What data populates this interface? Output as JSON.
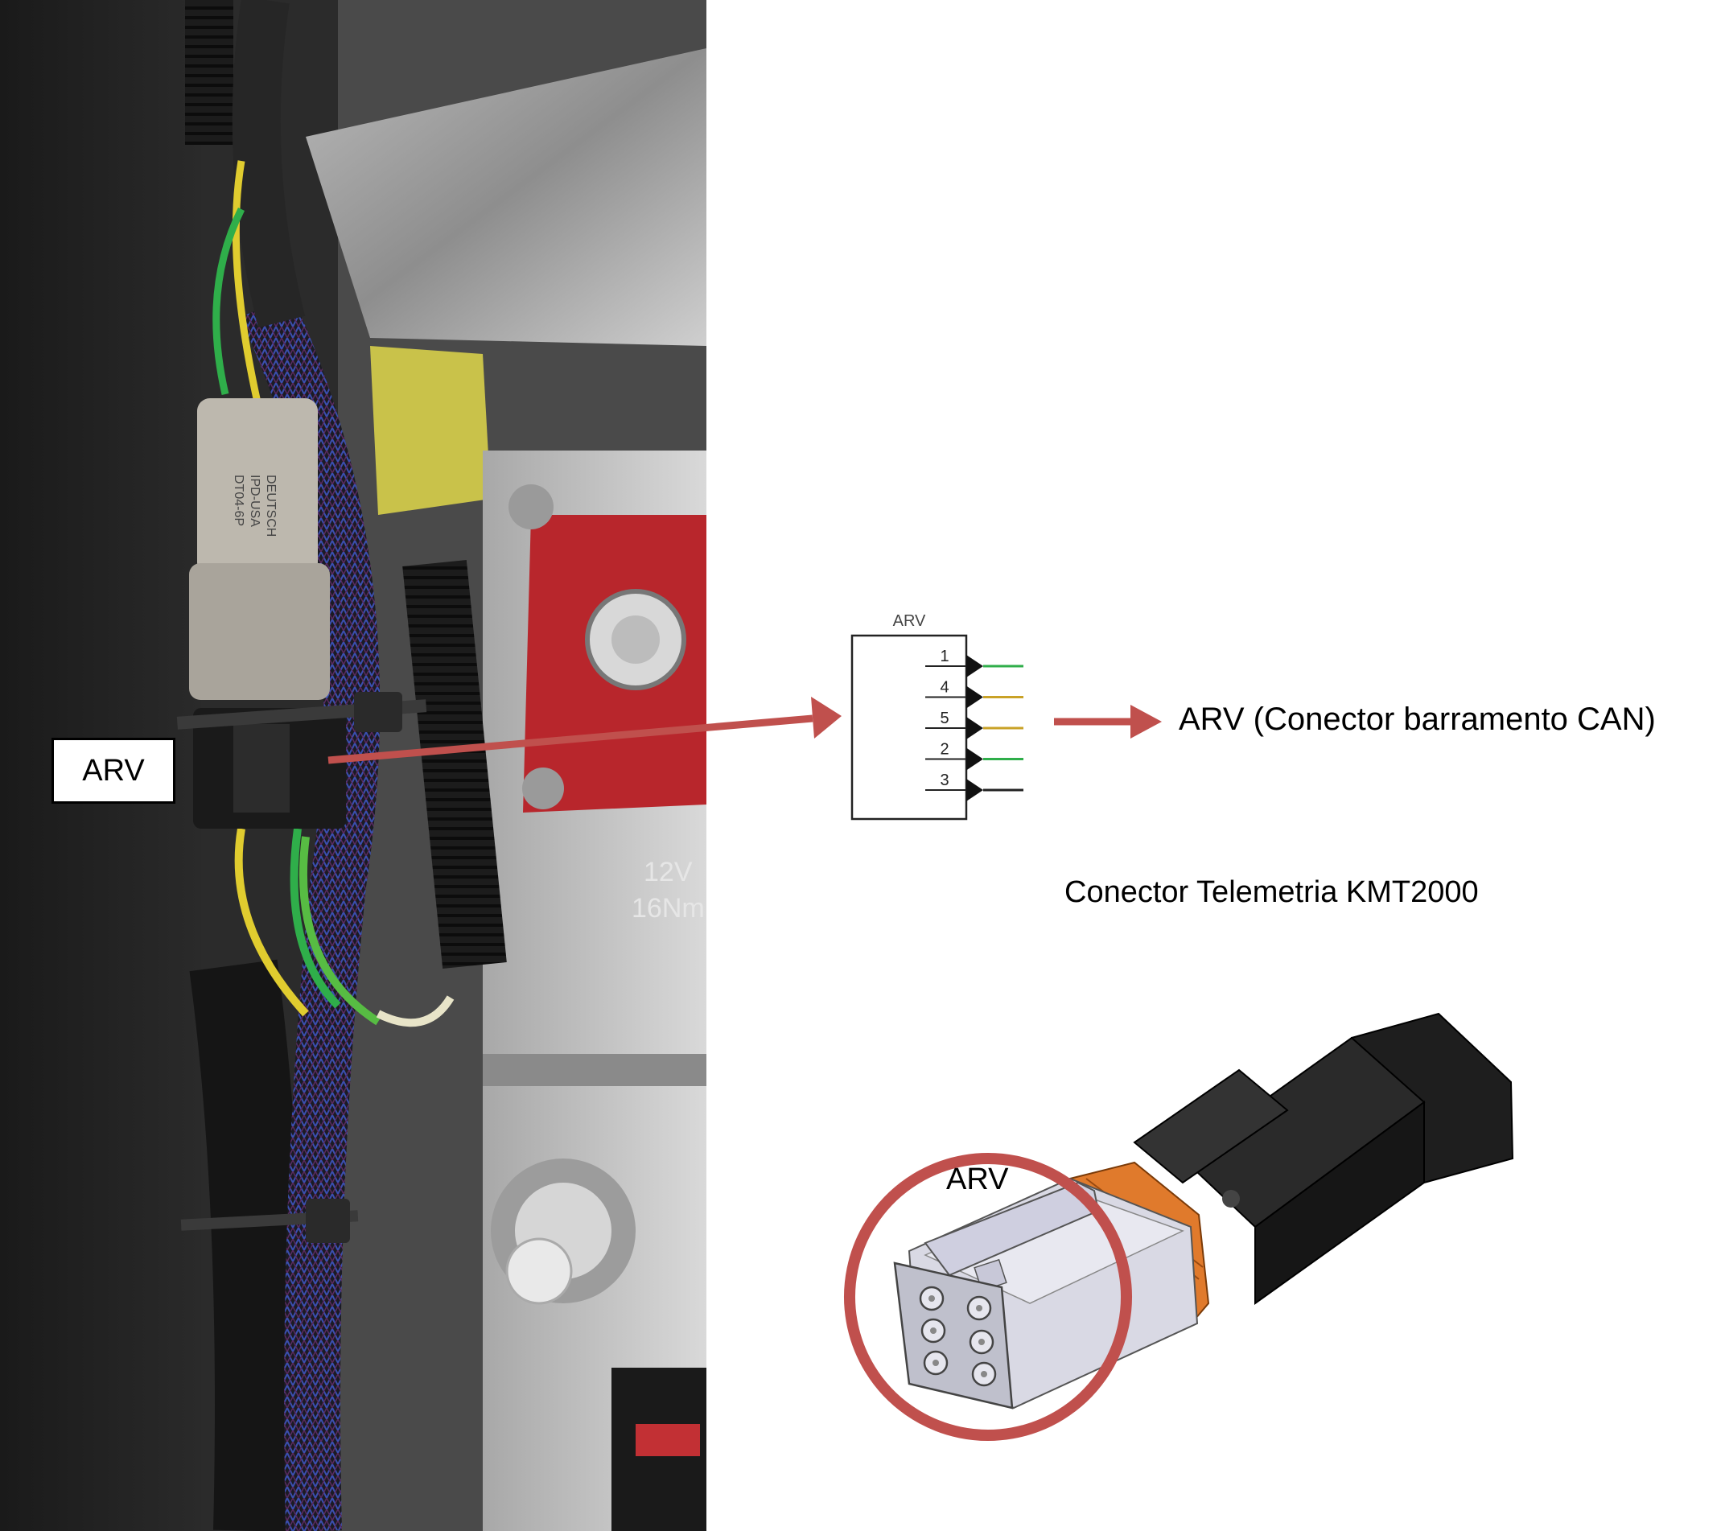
{
  "photo": {
    "callout_label": "ARV",
    "connector_print": [
      "DEUTSCH",
      "IPD-USA",
      "DT04-6P"
    ],
    "terminal_print": [
      "12V",
      "16Nm"
    ]
  },
  "schematic": {
    "title": "ARV",
    "pins": [
      {
        "number": "1",
        "wire_color": "#2fae4a"
      },
      {
        "number": "4",
        "wire_color": "#c9a227"
      },
      {
        "number": "5",
        "wire_color": "#c9a227"
      },
      {
        "number": "2",
        "wire_color": "#2fae4a"
      },
      {
        "number": "3",
        "wire_color": "#222222"
      }
    ]
  },
  "labels": {
    "arv_can": "ARV (Conector barramento CAN)",
    "telemetry": "Conector Telemetria KMT2000",
    "render_label": "ARV"
  },
  "colors": {
    "arrow": "#c0504d",
    "circle": "#c0504d",
    "connector_body": "#1e1e1e",
    "connector_face": "#d9d9e4",
    "seal": "#e07a2c"
  }
}
